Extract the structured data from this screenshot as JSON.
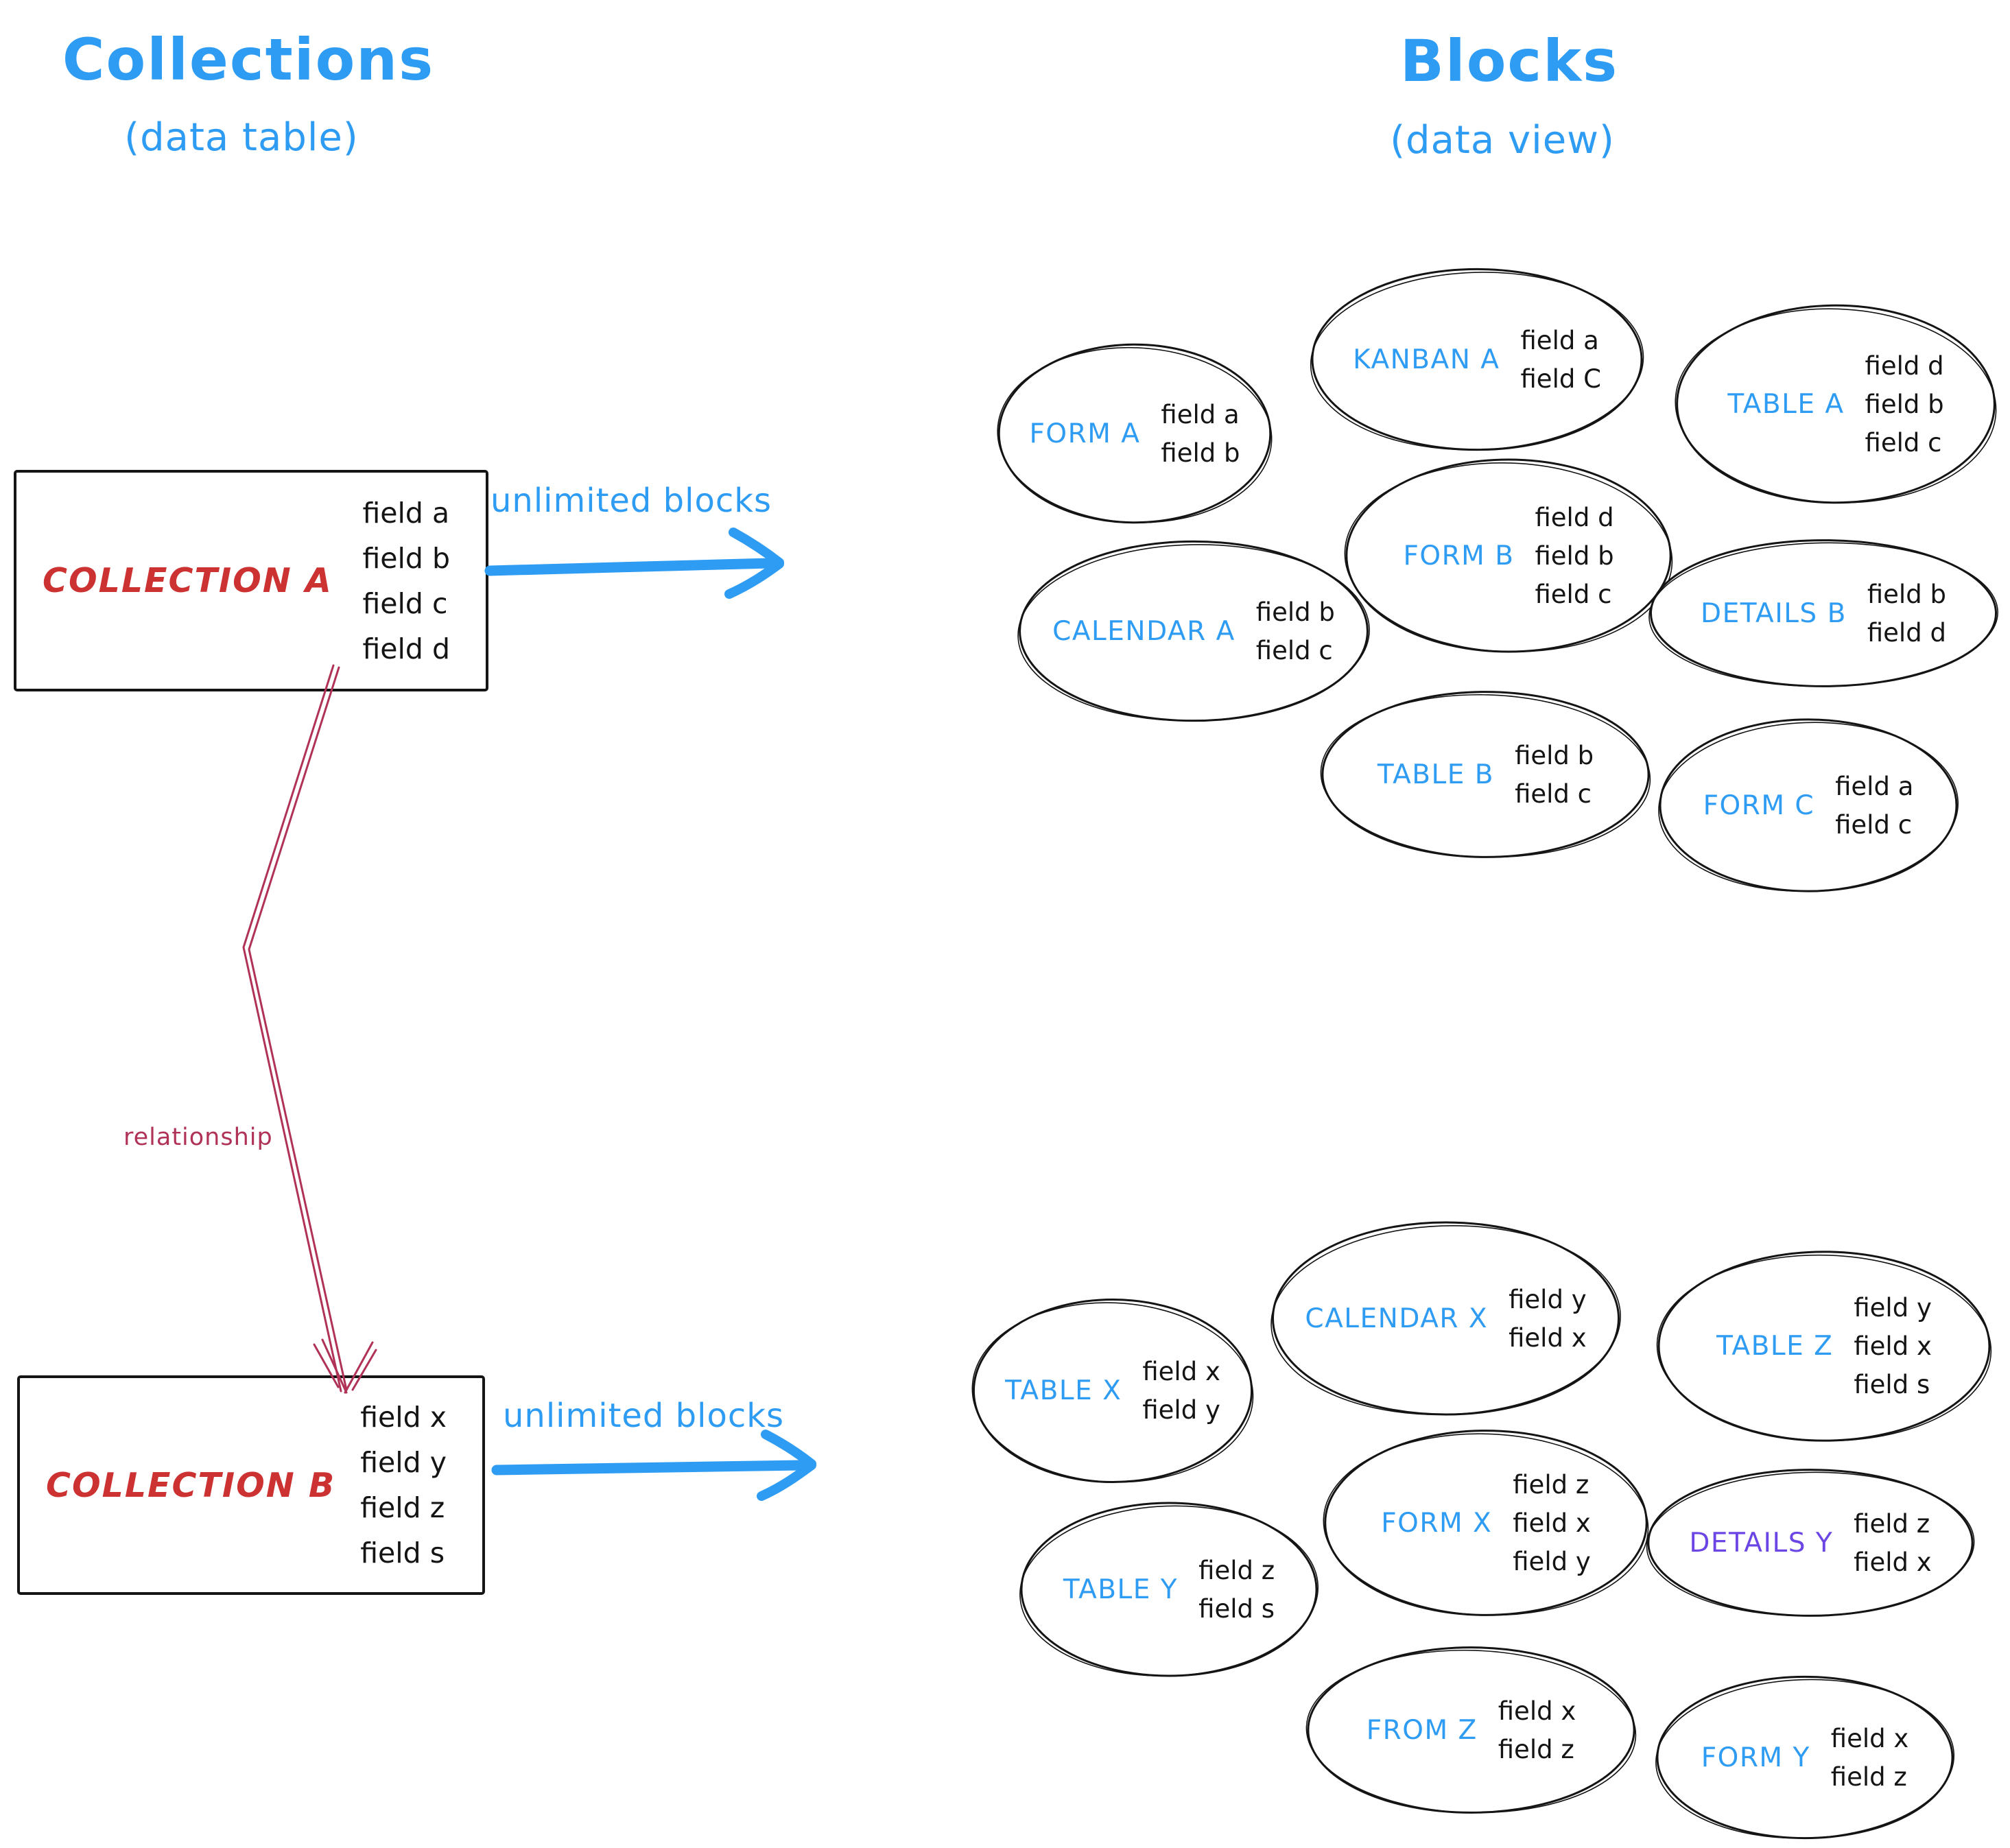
{
  "palette": {
    "blue": "#2f9cf4",
    "red": "#cd3232",
    "crimson": "#b03357",
    "purple": "#6b46e5",
    "ink": "#141414"
  },
  "titles": {
    "left": {
      "main": "Collections",
      "sub": "(data table)"
    },
    "right": {
      "main": "Blocks",
      "sub": "(data view)"
    }
  },
  "collections": [
    {
      "name": "COLLECTION A",
      "fields": [
        "field a",
        "field b",
        "field c",
        "field d"
      ]
    },
    {
      "name": "COLLECTION B",
      "fields": [
        "field x",
        "field y",
        "field z",
        "field s"
      ]
    }
  ],
  "arrows": {
    "top_label": "unlimited blocks",
    "bottom_label": "unlimited blocks",
    "relationship_label": "relationship"
  },
  "blocks_a": [
    {
      "name": "FORM A",
      "fields": [
        "field a",
        "field b"
      ]
    },
    {
      "name": "KANBAN A",
      "fields": [
        "field a",
        "field C"
      ]
    },
    {
      "name": "TABLE A",
      "fields": [
        "field d",
        "field b",
        "field c"
      ]
    },
    {
      "name": "CALENDAR A",
      "fields": [
        "field b",
        "field c"
      ]
    },
    {
      "name": "FORM B",
      "fields": [
        "field d",
        "field b",
        "field c"
      ]
    },
    {
      "name": "DETAILS B",
      "fields": [
        "field b",
        "field d"
      ]
    },
    {
      "name": "TABLE B",
      "fields": [
        "field b",
        "field c"
      ]
    },
    {
      "name": "FORM C",
      "fields": [
        "field a",
        "field c"
      ]
    }
  ],
  "blocks_b": [
    {
      "name": "TABLE X",
      "fields": [
        "field x",
        "field y"
      ]
    },
    {
      "name": "CALENDAR X",
      "fields": [
        "field y",
        "field x"
      ]
    },
    {
      "name": "TABLE Z",
      "fields": [
        "field y",
        "field x",
        "field s"
      ]
    },
    {
      "name": "TABLE Y",
      "fields": [
        "field z",
        "field s"
      ]
    },
    {
      "name": "FORM X",
      "fields": [
        "field z",
        "field x",
        "field y"
      ]
    },
    {
      "name": "DETAILS Y",
      "fields": [
        "field z",
        "field x"
      ],
      "label_color": "#6b46e5"
    },
    {
      "name": "FROM Z",
      "fields": [
        "field x",
        "field z"
      ]
    },
    {
      "name": "FORM Y",
      "fields": [
        "field x",
        "field z"
      ]
    }
  ]
}
